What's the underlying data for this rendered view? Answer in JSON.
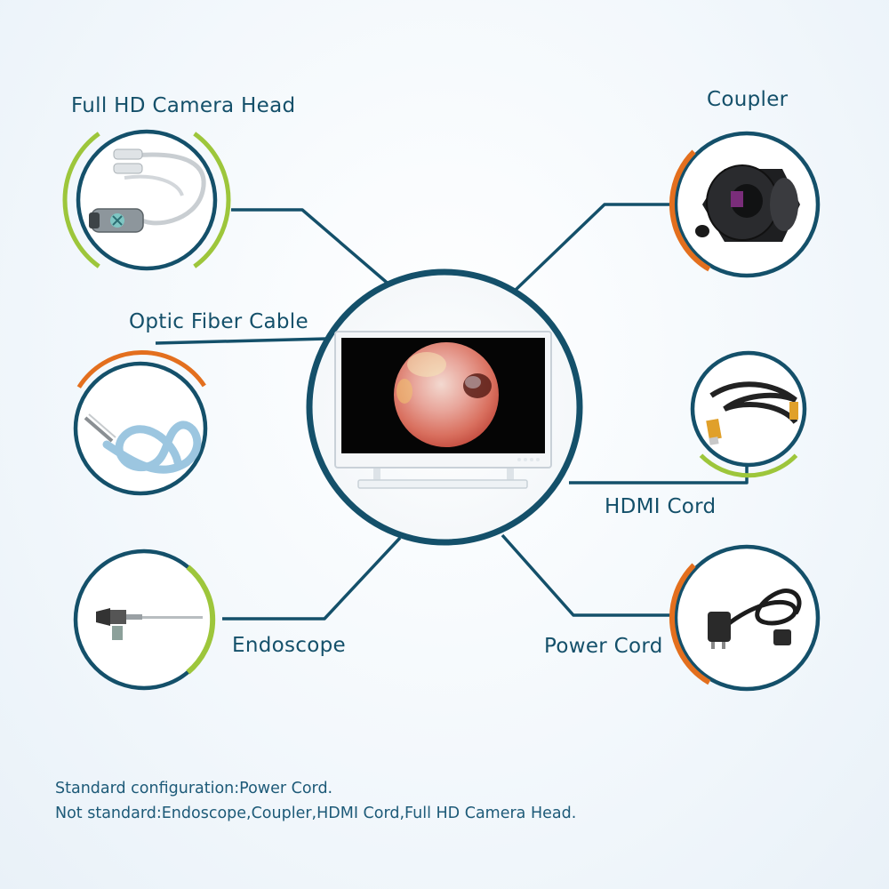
{
  "components": {
    "camera_head": {
      "label": "Full HD Camera Head",
      "accent": "#9dc63b"
    },
    "coupler": {
      "label": "Coupler",
      "accent": "#e36f1e"
    },
    "optic_fiber": {
      "label": "Optic Fiber Cable",
      "accent": "#e36f1e"
    },
    "hdmi": {
      "label": "HDMI Cord",
      "accent": "#9dc63b"
    },
    "endoscope": {
      "label": "Endoscope",
      "accent": "#9dc63b"
    },
    "power_cord": {
      "label": "Power Cord",
      "accent": "#e36f1e"
    }
  },
  "center": {
    "name": "medical-monitor"
  },
  "notes": {
    "standard": "Standard configuration:Power Cord.",
    "not_standard": "Not standard:Endoscope,Coupler,HDMI Cord,Full HD Camera Head."
  },
  "colors": {
    "ring": "#14506a",
    "line": "#14506a",
    "text": "#14506a"
  }
}
